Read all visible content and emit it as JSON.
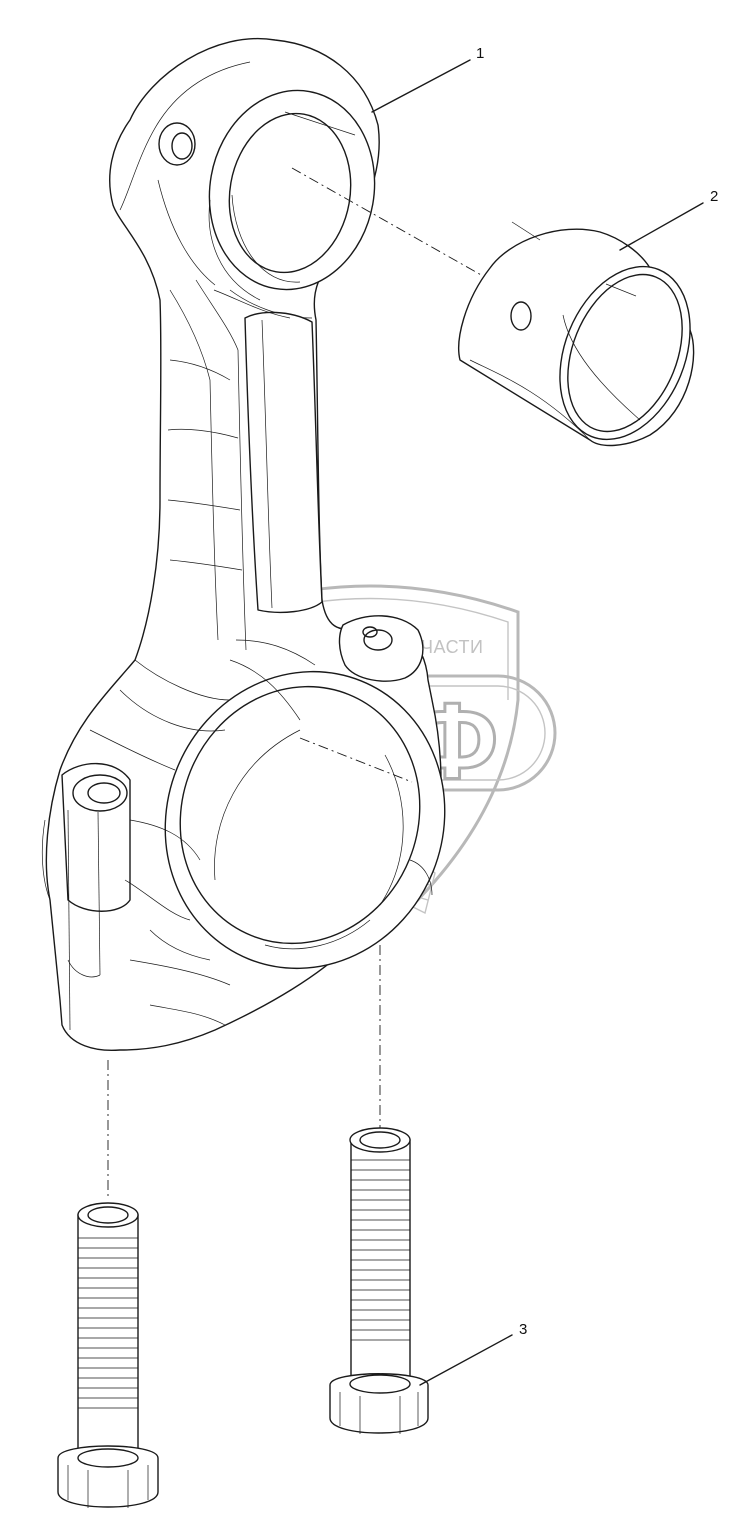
{
  "diagram": {
    "callouts": [
      {
        "id": "1",
        "label": "1"
      },
      {
        "id": "2",
        "label": "2"
      },
      {
        "id": "3",
        "label": "3"
      }
    ],
    "watermark": {
      "top_text": "ТЕХНИКА И ЗАПЧАСТИ",
      "logo_text": "ЭПФ"
    }
  },
  "colors": {
    "line": "#1a1a1a",
    "watermark": "#b8b8b8",
    "background": "#ffffff"
  }
}
